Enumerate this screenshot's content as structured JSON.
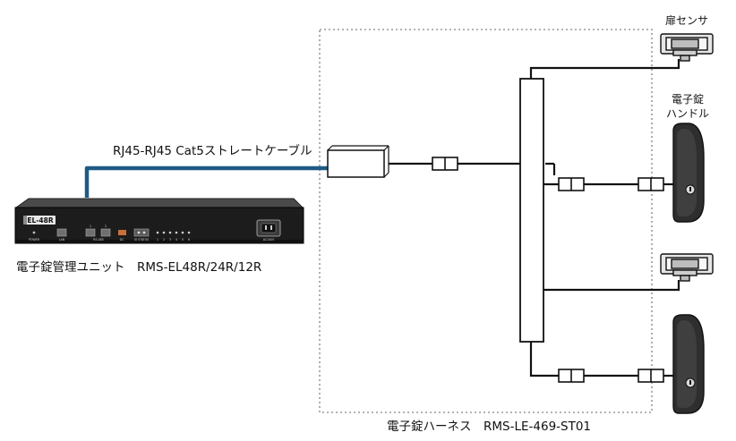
{
  "labels": {
    "cable": "RJ45-RJ45 Cat5ストレートケーブル",
    "unit": "電子錠管理ユニット　RMS-EL48R/24R/12R",
    "harness": "電子錠ハーネス　RMS-LE-469-ST01",
    "door_sensor": "扉センサ",
    "handle_line1": "電子錠",
    "handle_line2": "ハンドル"
  },
  "device": {
    "model_badge": "EL-48R",
    "port_labels": {
      "power": "POWER",
      "lan": "LAN",
      "rs485": "RS-485",
      "dc": "DC",
      "status": "IO STATUS",
      "ac": "AC100V"
    },
    "led_numbers": [
      "1",
      "2",
      "3",
      "4",
      "5",
      "6"
    ]
  },
  "colors": {
    "cable": "#1f5a86",
    "wire": "#111111",
    "harness_box": "#9a9a9a",
    "device_body": "#1c1c1c"
  }
}
